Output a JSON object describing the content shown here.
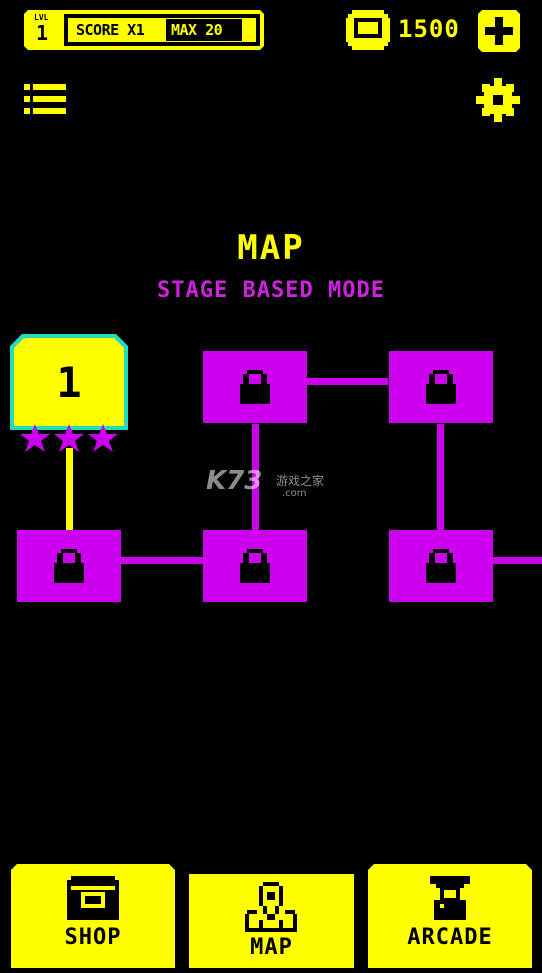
{
  "topbar": {
    "level_label": "LVL",
    "level_value": "1",
    "score_label": "SCORE X1",
    "max_label": "MAX 20",
    "coins": "1500"
  },
  "header": {
    "title": "MAP",
    "subtitle": "STAGE BASED MODE"
  },
  "map": {
    "stage1_number": "1",
    "stage1_stars": 3
  },
  "watermark": {
    "brand": "K73",
    "site_cn": "游戏之家",
    "site_domain": ".com"
  },
  "nav": {
    "shop": "SHOP",
    "map": "MAP",
    "arcade": "ARCADE"
  },
  "colors": {
    "accent": "#ffff00",
    "locked": "#cc00ee",
    "highlight": "#22ddbb",
    "background": "#000000"
  }
}
